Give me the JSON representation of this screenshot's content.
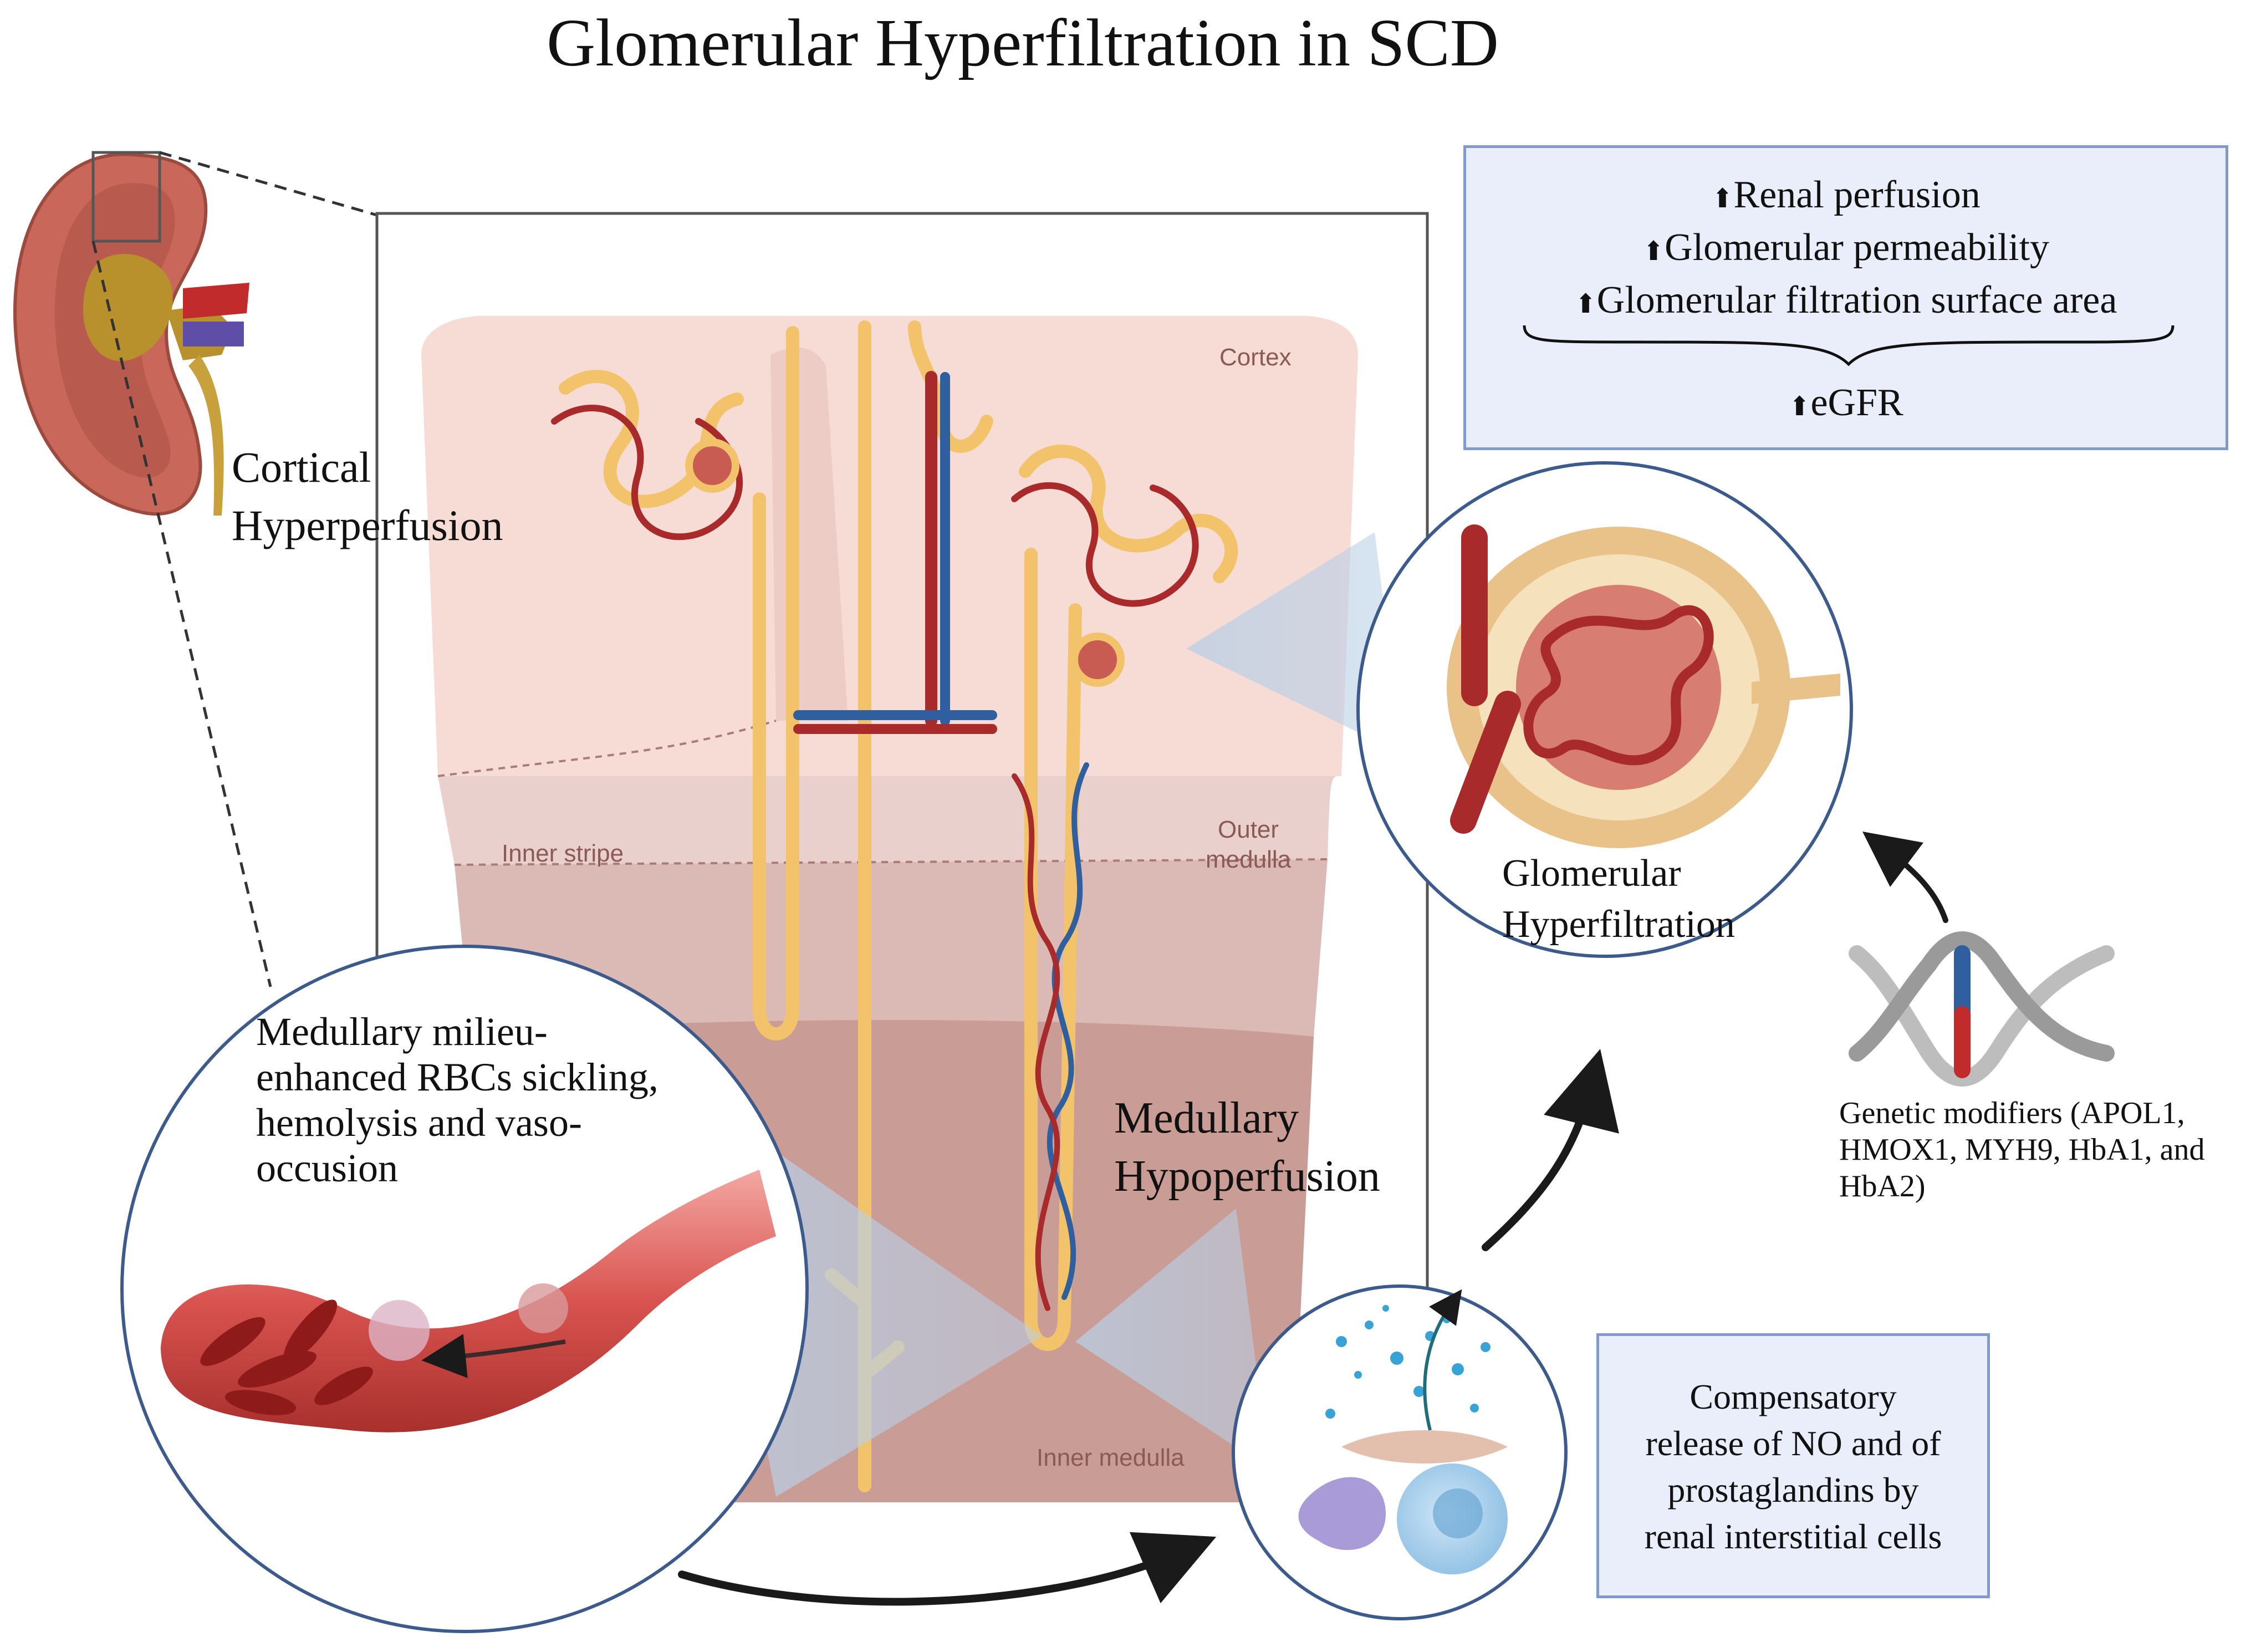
{
  "title": "Glomerular Hyperfiltration in SCD",
  "info_box": {
    "lines": [
      "Renal perfusion",
      "Glomerular permeability",
      "Glomerular filtration surface area"
    ],
    "result": "eGFR",
    "arrow_glyph": "⬆"
  },
  "labels": {
    "cortical": [
      "Cortical",
      "Hyperperfusion"
    ],
    "medullary_hypo": [
      "Medullary",
      "Hypoperfusion"
    ],
    "glomerular": [
      "Glomerular",
      "Hyperfiltration"
    ],
    "milieu": [
      "Medullary milieu-",
      "enhanced RBCs sickling,",
      "hemolysis and vaso-",
      "occusion"
    ],
    "genetic": [
      "Genetic modifiers (APOL1,",
      "HMOX1, MYH9, HbA1, and",
      "HbA2)"
    ],
    "compensatory": [
      "Compensatory",
      "release of NO and of",
      "prostaglandins by",
      "renal interstitial cells"
    ]
  },
  "regions": {
    "cortex": "Cortex",
    "inner_stripe": "Inner stripe",
    "outer_medulla": [
      "Outer",
      "medulla"
    ],
    "inner_medulla": "Inner medulla"
  },
  "colors": {
    "artery": "#a82a2a",
    "vein": "#2f5f9e",
    "tubule": "#f2c36b",
    "box_fill": "#e9eefa",
    "box_border": "#7f9acb",
    "circle_border": "#3c5a8c"
  }
}
